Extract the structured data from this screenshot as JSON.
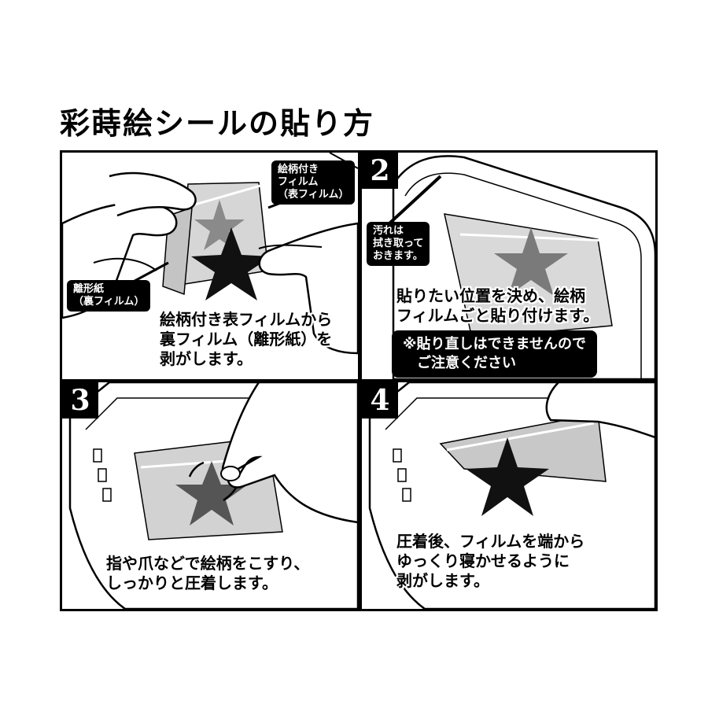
{
  "title": "彩蒔絵シールの貼り方",
  "panel1": {
    "caption": "絵柄付き表フィルムから\n裏フィルム（離形紙）を\n剥がします。",
    "tag_top": "絵柄付き\nフィルム\n（表フィルム）",
    "tag_bottom": "離形紙\n（裏フィルム）"
  },
  "panel2": {
    "number": "2",
    "tag": "汚れは\n拭き取って\nおきます。",
    "caption": "貼りたい位置を決め、絵柄\nフィルムごと貼り付けます。",
    "note": "※貼り直しはできませんので\n　ご注意ください"
  },
  "panel3": {
    "number": "3",
    "caption": "指や爪などで絵柄をこすり、\nしっかりと圧着します。"
  },
  "panel4": {
    "number": "4",
    "caption": "圧着後、フィルムを端から\nゆっくり寝かせるように\n剥がします。"
  },
  "colors": {
    "ink": "#000000",
    "paper": "#ffffff",
    "film": "#bdbdbd",
    "star": "#1a1a1a",
    "star_faded": "#7a7a7a"
  }
}
